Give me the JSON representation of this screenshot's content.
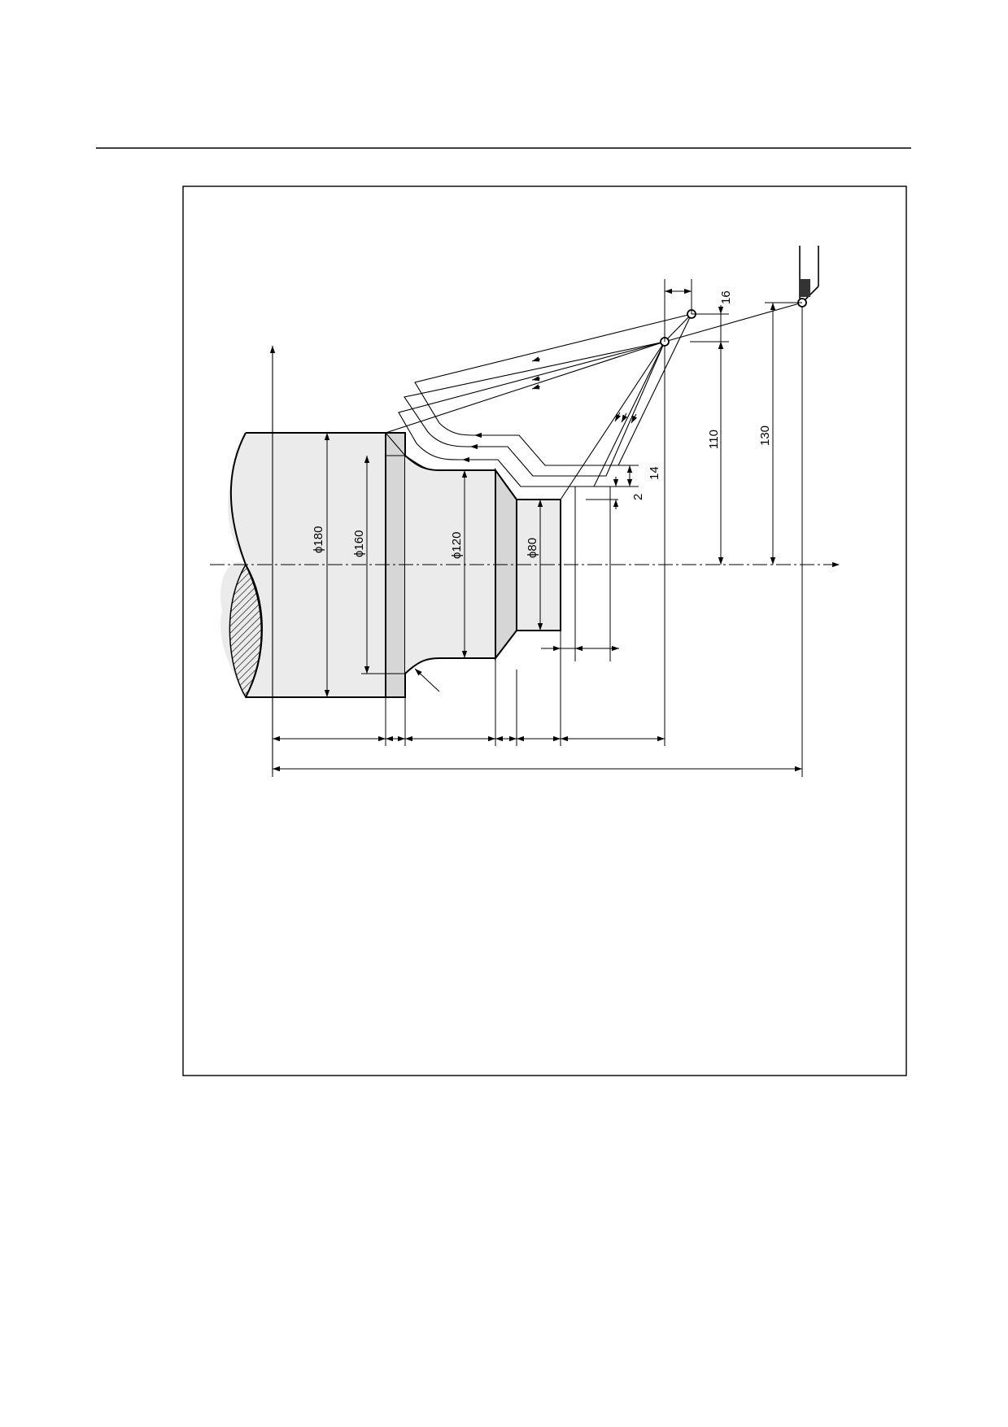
{
  "diameters": {
    "d180": "ϕ180",
    "d160": "ϕ160",
    "d120": "ϕ120",
    "d80": "ϕ80"
  },
  "dimensions": {
    "tool_x_top": "16",
    "finish_allowance_x": "2",
    "cut_depth_x": "14",
    "start_x": "110",
    "tool_x": "130"
  },
  "colors": {
    "line": "#000000",
    "part_fill": "#ebebeb",
    "shade_fill": "#d6d6d6",
    "tool_fill": "#333333"
  }
}
